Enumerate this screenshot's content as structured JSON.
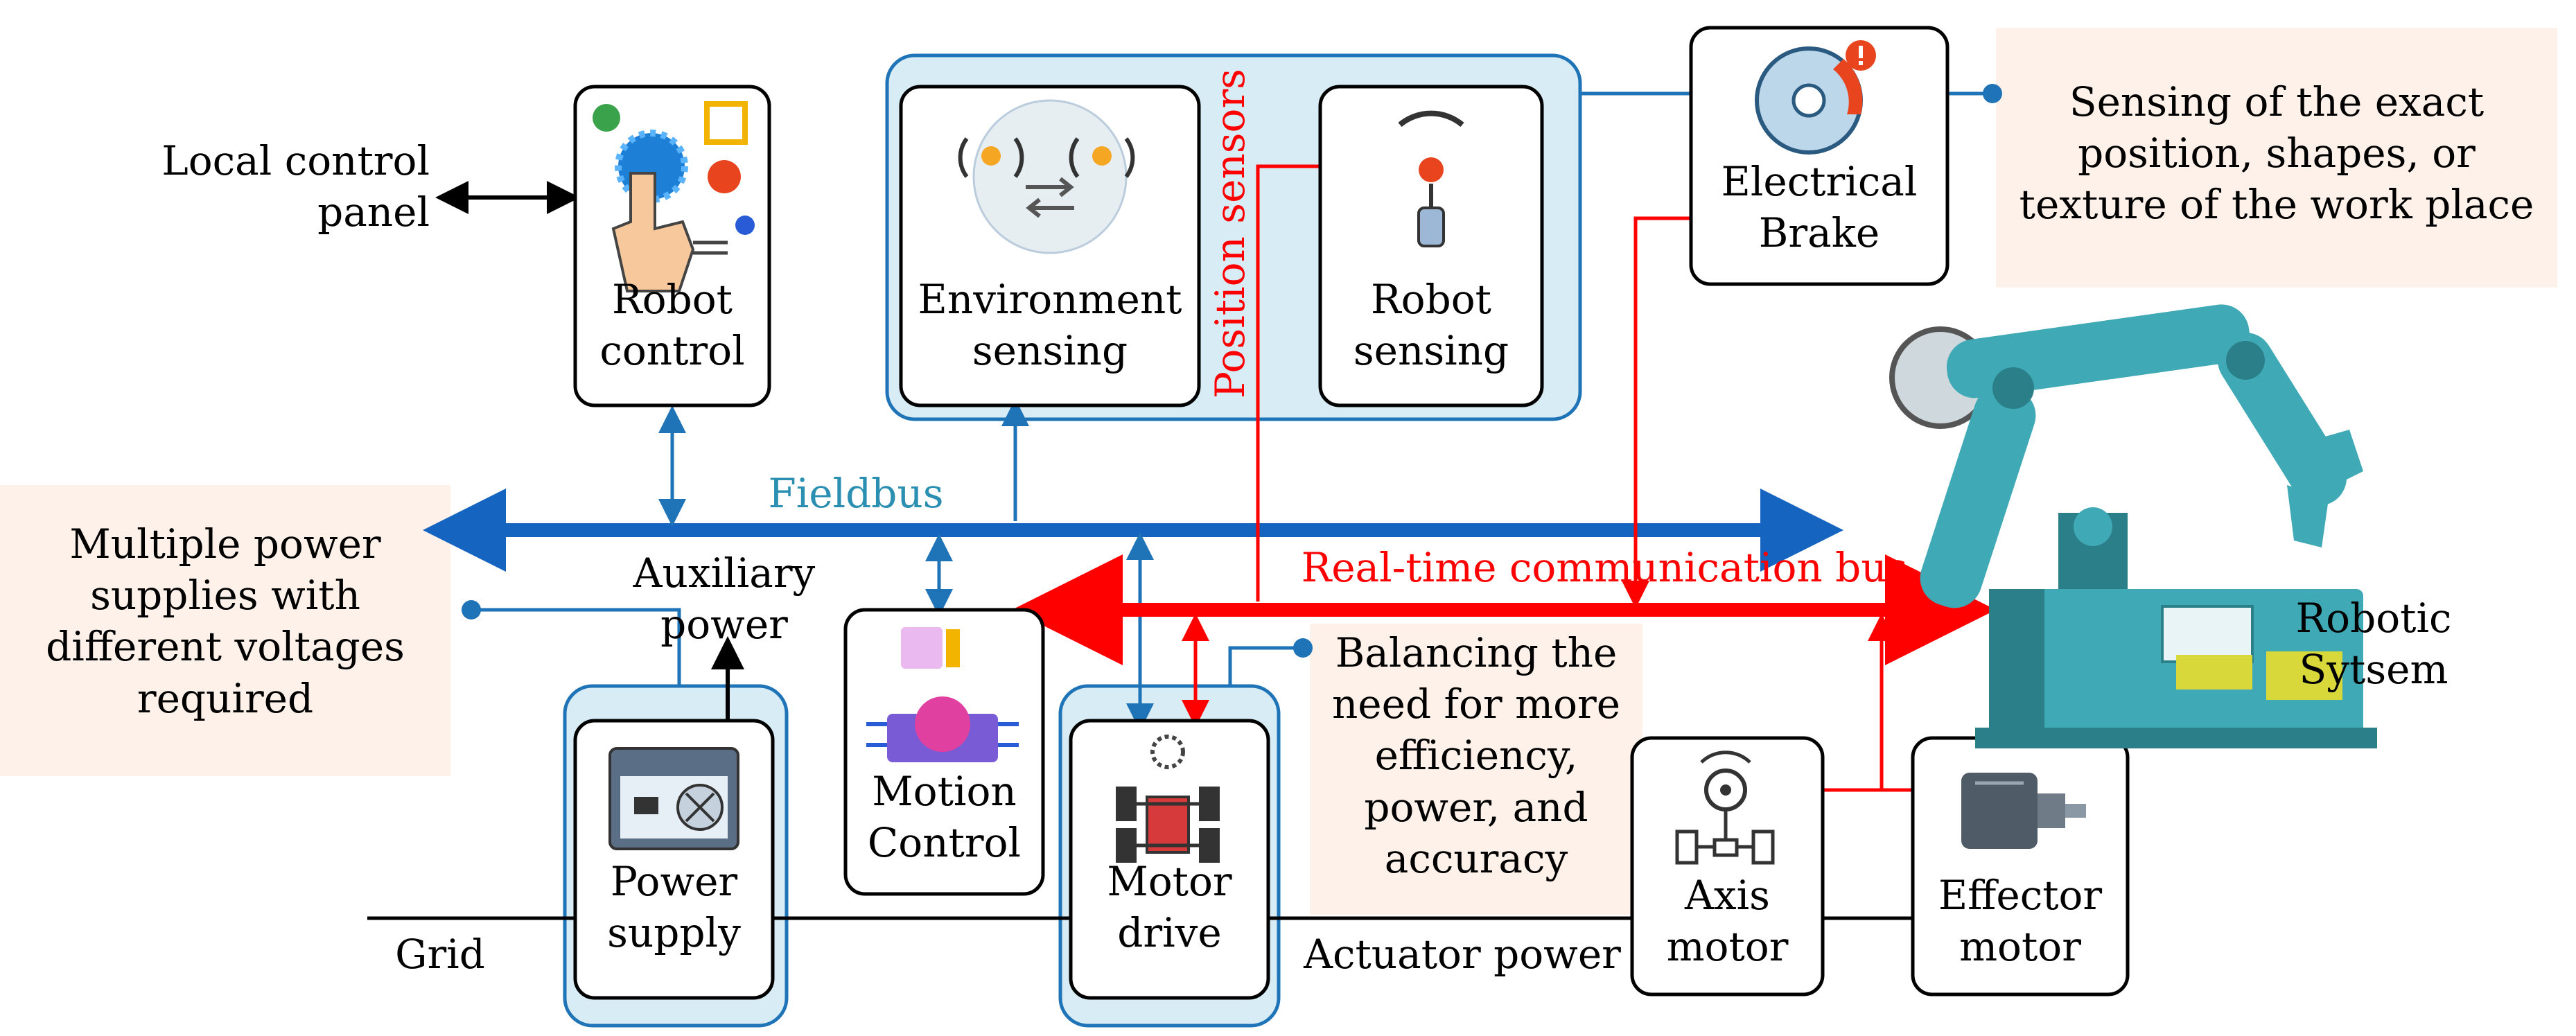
{
  "diagram": {
    "blocks": {
      "robot_control": {
        "line1": "Robot",
        "line2": "control"
      },
      "environment_sensing": {
        "line1": "Environment",
        "line2": "sensing"
      },
      "robot_sensing": {
        "line1": "Robot",
        "line2": "sensing"
      },
      "electrical_brake": {
        "line1": "Electrical",
        "line2": "Brake"
      },
      "motion_control": {
        "line1": "Motion",
        "line2": "Control"
      },
      "power_supply": {
        "line1": "Power",
        "line2": "supply"
      },
      "motor_drive": {
        "line1": "Motor",
        "line2": "drive"
      },
      "axis_motor": {
        "line1": "Axis",
        "line2": "motor"
      },
      "effector_motor": {
        "line1": "Effector",
        "line2": "motor"
      }
    },
    "labels": {
      "local_control_1": "Local control",
      "local_control_2": "panel",
      "fieldbus": "Fieldbus",
      "auxiliary_1": "Auxiliary",
      "auxiliary_2": "power",
      "realtime_bus": "Real-time communication bus",
      "position_sensors": "Position sensors",
      "grid": "Grid",
      "actuator_power": "Actuator power",
      "robotic_1": "Robotic",
      "robotic_2": "Sytsem"
    },
    "notes": {
      "sensing": [
        "Sensing of the exact",
        "position, shapes, or",
        "texture of the work place"
      ],
      "power": [
        "Multiple power",
        "supplies with",
        "different voltages",
        "required"
      ],
      "balancing": [
        "Balancing the",
        "need for more",
        "efficiency,",
        "power, and",
        "accuracy"
      ]
    },
    "colors": {
      "fieldbus": "#1565c0",
      "realtime_bus": "#ff0000",
      "group_fill": "#d7ecf4",
      "group_stroke": "#1f73b7",
      "note_fill": "#fdf1ea",
      "robot_teal": "#3fa9b5"
    }
  }
}
